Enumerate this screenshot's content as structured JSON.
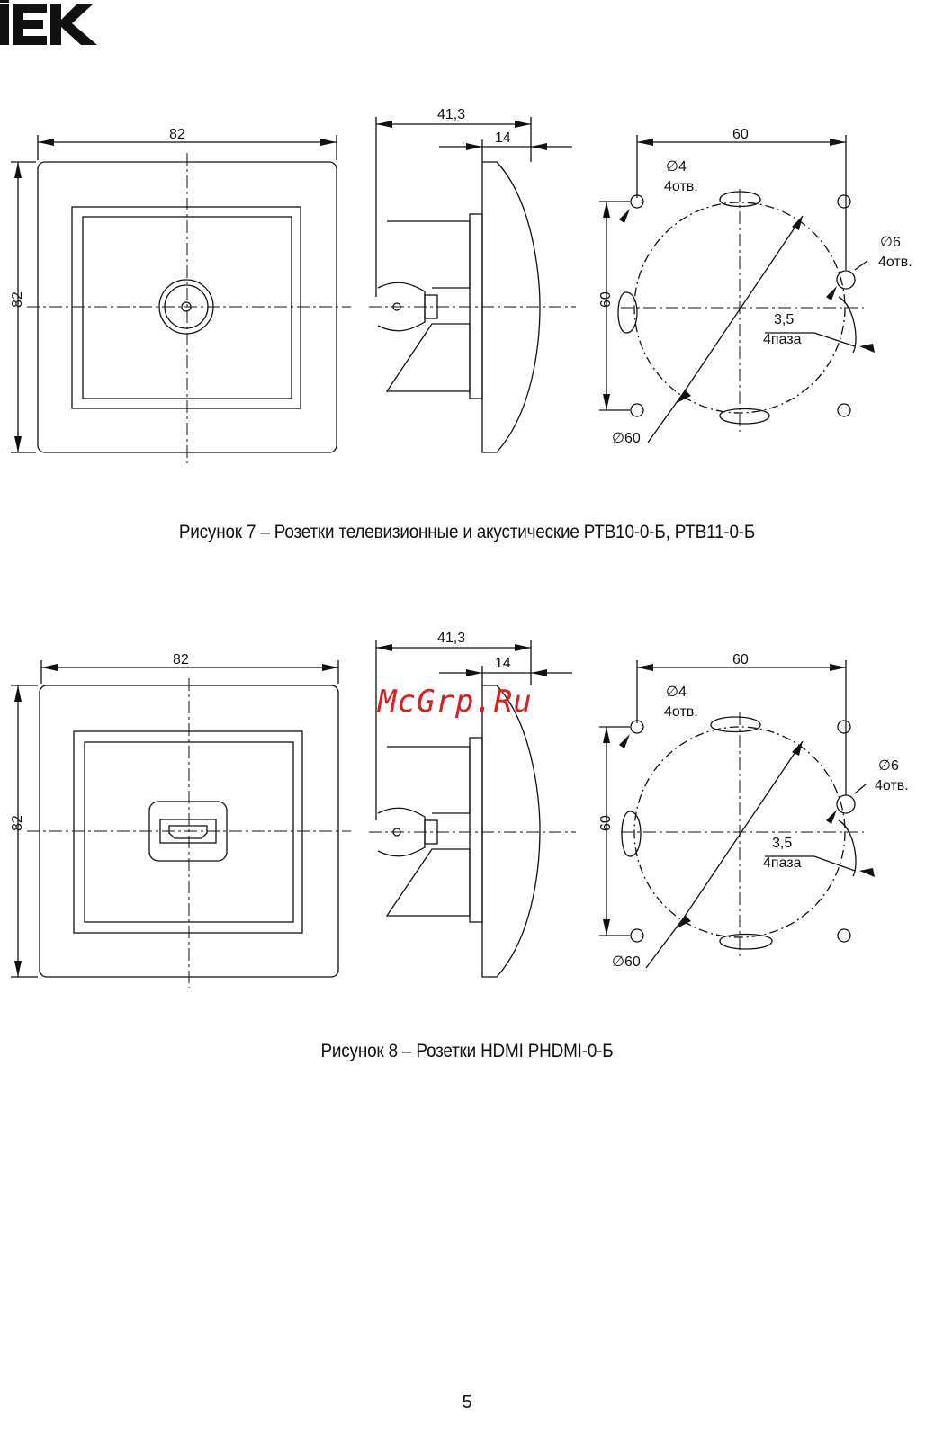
{
  "logo": {
    "text": "IEK"
  },
  "watermark": "McGrp.Ru",
  "page_number": "5",
  "figures": [
    {
      "caption": "Рисунок 7 – Розетки телевизионные и акустические РТВ10-0-Б, РТВ11-0-Б",
      "insert": "coax",
      "dims": {
        "width": "82",
        "height": "82",
        "depth": "41,3",
        "frame_depth": "14",
        "mount_span_h": "60",
        "mount_span_v": "60",
        "hole_small": "∅4",
        "hole_small_count": "4отв.",
        "hole_large": "∅6",
        "hole_large_count": "4отв.",
        "slot_width": "3,5",
        "slot_count": "4паза",
        "circle_dia": "∅60"
      }
    },
    {
      "caption": "Рисунок 8 – Розетки HDMI PHDMI-0-Б",
      "insert": "hdmi",
      "dims": {
        "width": "82",
        "height": "82",
        "depth": "41,3",
        "frame_depth": "14",
        "mount_span_h": "60",
        "mount_span_v": "60",
        "hole_small": "∅4",
        "hole_small_count": "4отв.",
        "hole_large": "∅6",
        "hole_large_count": "4отв.",
        "slot_width": "3,5",
        "slot_count": "4паза",
        "circle_dia": "∅60"
      }
    }
  ]
}
